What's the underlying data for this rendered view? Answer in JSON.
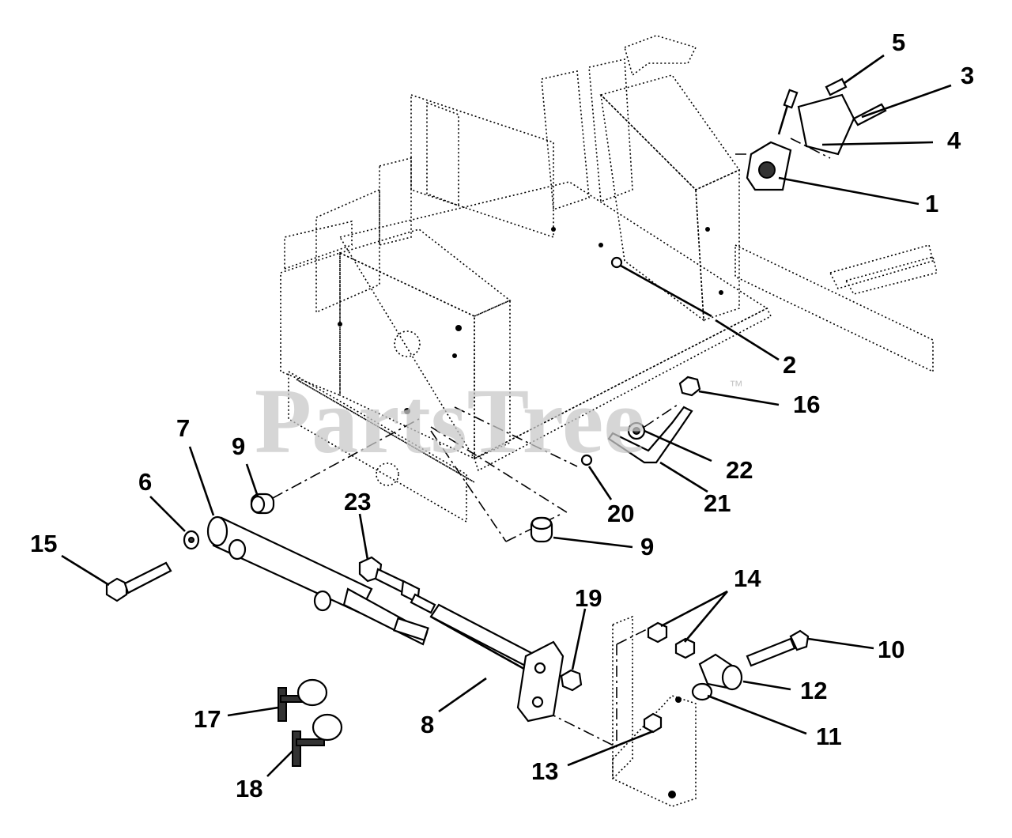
{
  "watermark": {
    "text": "PartsTree",
    "trademark": "™"
  },
  "callouts": [
    {
      "id": "c1",
      "label": "1"
    },
    {
      "id": "c2",
      "label": "2"
    },
    {
      "id": "c3",
      "label": "3"
    },
    {
      "id": "c4",
      "label": "4"
    },
    {
      "id": "c5",
      "label": "5"
    },
    {
      "id": "c6",
      "label": "6"
    },
    {
      "id": "c7",
      "label": "7"
    },
    {
      "id": "c8",
      "label": "8"
    },
    {
      "id": "c9a",
      "label": "9"
    },
    {
      "id": "c9b",
      "label": "9"
    },
    {
      "id": "c10",
      "label": "10"
    },
    {
      "id": "c11",
      "label": "11"
    },
    {
      "id": "c12",
      "label": "12"
    },
    {
      "id": "c13",
      "label": "13"
    },
    {
      "id": "c14",
      "label": "14"
    },
    {
      "id": "c15",
      "label": "15"
    },
    {
      "id": "c16",
      "label": "16"
    },
    {
      "id": "c17",
      "label": "17"
    },
    {
      "id": "c18",
      "label": "18"
    },
    {
      "id": "c19",
      "label": "19"
    },
    {
      "id": "c20",
      "label": "20"
    },
    {
      "id": "c21",
      "label": "21"
    },
    {
      "id": "c22",
      "label": "22"
    },
    {
      "id": "c23",
      "label": "23"
    }
  ]
}
